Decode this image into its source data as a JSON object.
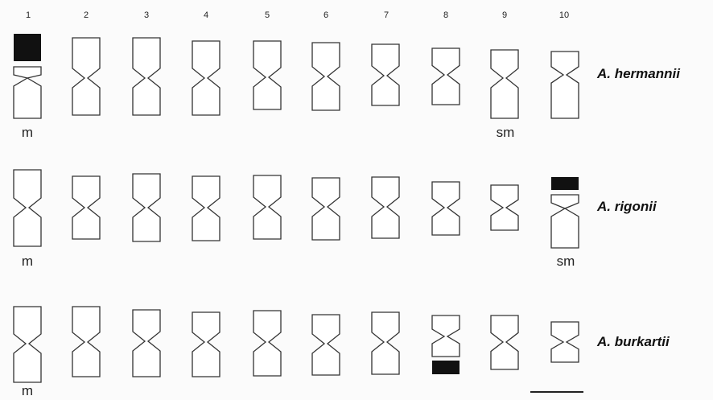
{
  "column_numbers": [
    "1",
    "2",
    "3",
    "4",
    "5",
    "6",
    "7",
    "8",
    "9",
    "10"
  ],
  "colors": {
    "line": "#333333",
    "heterochromatin": "#111111",
    "background": "#fbfbfb"
  },
  "rows": [
    {
      "species": "A. hermannii",
      "class_labels": [
        {
          "chromosome": 1,
          "text": "m"
        },
        {
          "chromosome": 9,
          "text": "sm"
        }
      ],
      "chromosomes": [
        {
          "n": 1,
          "type": "satellite",
          "satellite_arm": "short",
          "heterochromatic_block": true
        },
        {
          "n": 2,
          "type": "plain"
        },
        {
          "n": 3,
          "type": "plain"
        },
        {
          "n": 4,
          "type": "plain"
        },
        {
          "n": 5,
          "type": "plain"
        },
        {
          "n": 6,
          "type": "plain"
        },
        {
          "n": 7,
          "type": "plain"
        },
        {
          "n": 8,
          "type": "plain"
        },
        {
          "n": 9,
          "type": "plain"
        },
        {
          "n": 10,
          "type": "plain"
        }
      ]
    },
    {
      "species": "A. rigonii",
      "class_labels": [
        {
          "chromosome": 1,
          "text": "m"
        },
        {
          "chromosome": 10,
          "text": "sm"
        }
      ],
      "chromosomes": [
        {
          "n": 1,
          "type": "plain"
        },
        {
          "n": 2,
          "type": "plain"
        },
        {
          "n": 3,
          "type": "plain"
        },
        {
          "n": 4,
          "type": "plain"
        },
        {
          "n": 5,
          "type": "plain"
        },
        {
          "n": 6,
          "type": "plain"
        },
        {
          "n": 7,
          "type": "plain"
        },
        {
          "n": 8,
          "type": "plain"
        },
        {
          "n": 9,
          "type": "plain"
        },
        {
          "n": 10,
          "type": "satellite",
          "satellite_arm": "short",
          "heterochromatic_block": true
        }
      ]
    },
    {
      "species": "A. burkartii",
      "class_labels": [
        {
          "chromosome": 1,
          "text": "m"
        }
      ],
      "chromosomes": [
        {
          "n": 1,
          "type": "plain"
        },
        {
          "n": 2,
          "type": "plain"
        },
        {
          "n": 3,
          "type": "plain"
        },
        {
          "n": 4,
          "type": "plain"
        },
        {
          "n": 5,
          "type": "plain"
        },
        {
          "n": 6,
          "type": "plain"
        },
        {
          "n": 7,
          "type": "plain"
        },
        {
          "n": 8,
          "type": "satellite",
          "satellite_arm": "long",
          "heterochromatic_block": true
        },
        {
          "n": 9,
          "type": "plain"
        },
        {
          "n": 10,
          "type": "plain"
        }
      ]
    }
  ],
  "scale_bar": {
    "present": true
  }
}
